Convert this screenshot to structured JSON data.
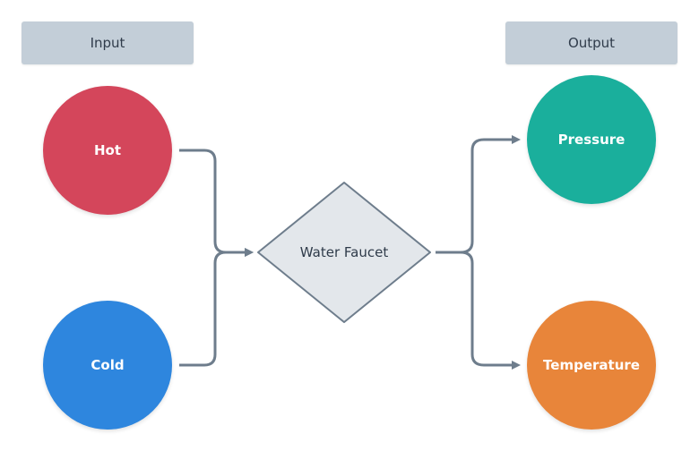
{
  "headers": {
    "input": "Input",
    "output": "Output"
  },
  "inputs": [
    {
      "label": "Hot",
      "color": "#d4465b"
    },
    {
      "label": "Cold",
      "color": "#2e86de"
    }
  ],
  "process": {
    "label": "Water Faucet",
    "fill": "#e3e7eb",
    "stroke": "#6e7d8c"
  },
  "outputs": [
    {
      "label": "Pressure",
      "color": "#1aaf9c"
    },
    {
      "label": "Temperature",
      "color": "#e8853a"
    }
  ],
  "connector_color": "#6e7d8c"
}
